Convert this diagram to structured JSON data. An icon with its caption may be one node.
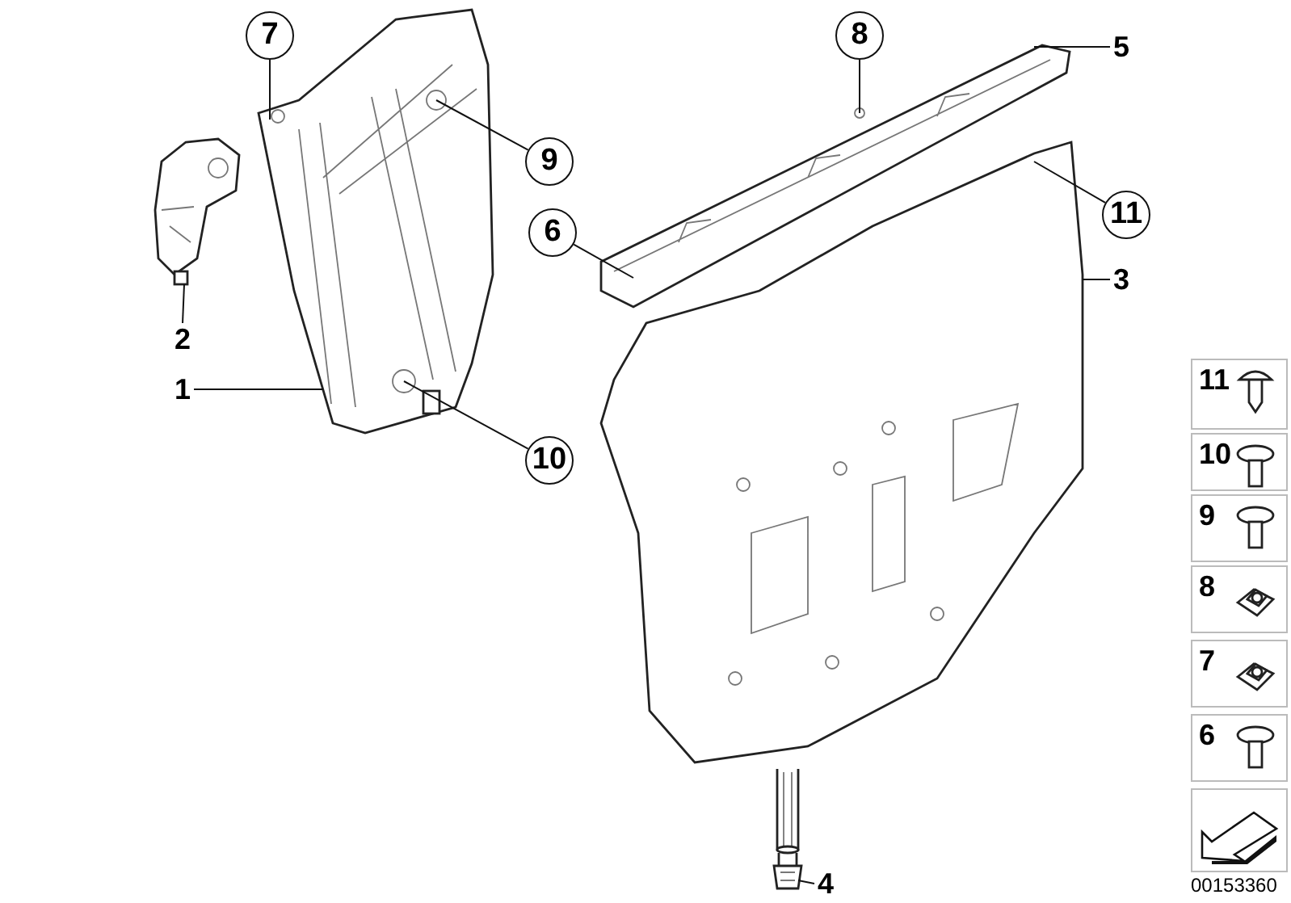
{
  "diagram": {
    "nodes": [
      {
        "text": [],
        "shape": "picture"
      },
      {
        "text": [],
        "shape": "picture"
      },
      {
        "text": [],
        "shape": "picture"
      },
      {
        "text": [],
        "shape": "picture"
      },
      {
        "text": [],
        "shape": "picture"
      },
      {
        "text": [
          "1"
        ]
      },
      {
        "text": [
          "2"
        ]
      },
      {
        "text": [
          "3"
        ]
      },
      {
        "text": [
          "4"
        ]
      },
      {
        "text": [
          "5"
        ]
      },
      {
        "text": [
          "6"
        ]
      },
      {
        "text": [
          "7"
        ]
      },
      {
        "text": [
          "8"
        ]
      },
      {
        "text": [
          "9"
        ]
      },
      {
        "text": [
          "10"
        ]
      },
      {
        "text": [
          "11"
        ]
      },
      {
        "text": [
          "11"
        ]
      },
      {
        "text": [
          "10"
        ]
      },
      {
        "text": [
          "9"
        ]
      },
      {
        "text": [
          "8"
        ]
      },
      {
        "text": [
          "7"
        ]
      },
      {
        "text": [
          "6"
        ]
      }
    ],
    "edges": [
      {
        "from": 5,
        "to": 0,
        "arrow": "none"
      },
      {
        "from": 6,
        "to": 1,
        "arrow": "none"
      },
      {
        "from": 7,
        "to": 3,
        "arrow": "none"
      },
      {
        "from": 8,
        "to": 4,
        "arrow": "none"
      },
      {
        "from": 9,
        "to": 2,
        "arrow": "none"
      },
      {
        "from": 10,
        "to": 2,
        "arrow": "none"
      },
      {
        "from": 11,
        "to": 0,
        "arrow": "none"
      },
      {
        "from": 12,
        "to": 2,
        "arrow": "none"
      },
      {
        "from": 13,
        "to": 0,
        "arrow": "none"
      },
      {
        "from": 14,
        "to": 0,
        "arrow": "none"
      },
      {
        "from": 15,
        "to": 3,
        "arrow": "none"
      }
    ],
    "labels": [
      "00153360"
    ]
  }
}
